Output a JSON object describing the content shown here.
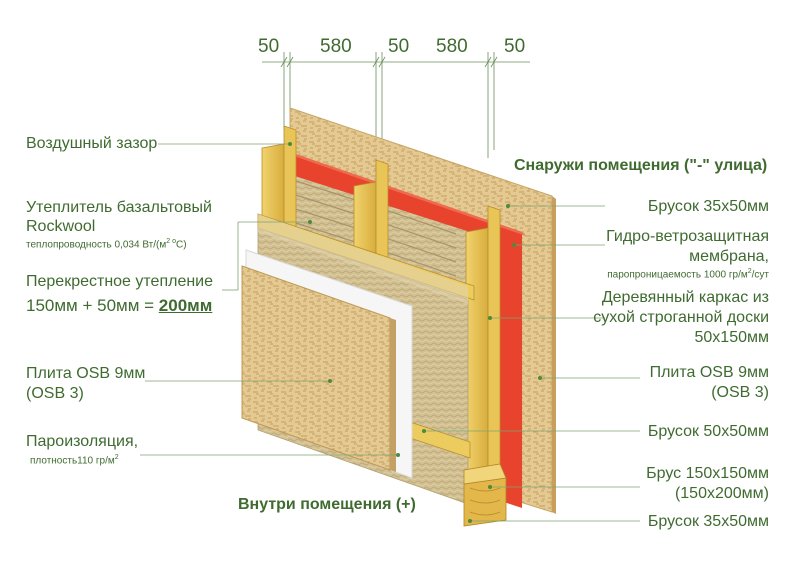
{
  "colors": {
    "label": "#3f6b30",
    "osb": "#e2c78e",
    "timber": "#e9c558",
    "wool": "#cdb98a",
    "membrane": "#e8432d",
    "vapor_barrier": "#f4f4f4"
  },
  "dimensions": [
    "50",
    "580",
    "50",
    "580",
    "50"
  ],
  "labels": {
    "air_gap": "Воздушный зазор",
    "insulation_line1": "Утеплитель базальтовый",
    "insulation_line2": "Rockwool",
    "insulation_note": "теплопроводность 0,034 Вт/(м",
    "insulation_note_sup": "2 o",
    "insulation_note_end": "С)",
    "cross_insulation": "Перекрестное утепление",
    "formula_left": "150мм + 50мм = ",
    "formula_total": "200мм",
    "osb_inner_line1": "Плита OSB 9мм",
    "osb_inner_line2": "(OSB 3)",
    "vapor_line1": "Пароизоляция,",
    "vapor_note": "плотность110 гр/м",
    "vapor_note_sup": "2",
    "inside": "Внутри помещения (+)",
    "outside": "Снаружи помещения (\"-\" улица)",
    "batten_top": "Брусок 35х50мм",
    "membrane_line1": "Гидро-ветрозащитная",
    "membrane_line2": "мембрана,",
    "membrane_note": "паропроницаемость 1000 гр/м",
    "membrane_note_sup": "2",
    "membrane_note_end": "/сут",
    "frame_line1": "Деревянный каркас из",
    "frame_line2": "сухой строганной доски",
    "frame_line3": "50х150мм",
    "osb_outer_line1": "Плита OSB 9мм",
    "osb_outer_line2": "(OSB 3)",
    "batten_mid": "Брусок 50х50мм",
    "beam_line1": "Брус 150х150мм",
    "beam_line2": "(150х200мм)",
    "batten_bottom": "Брусок 35х50мм"
  }
}
